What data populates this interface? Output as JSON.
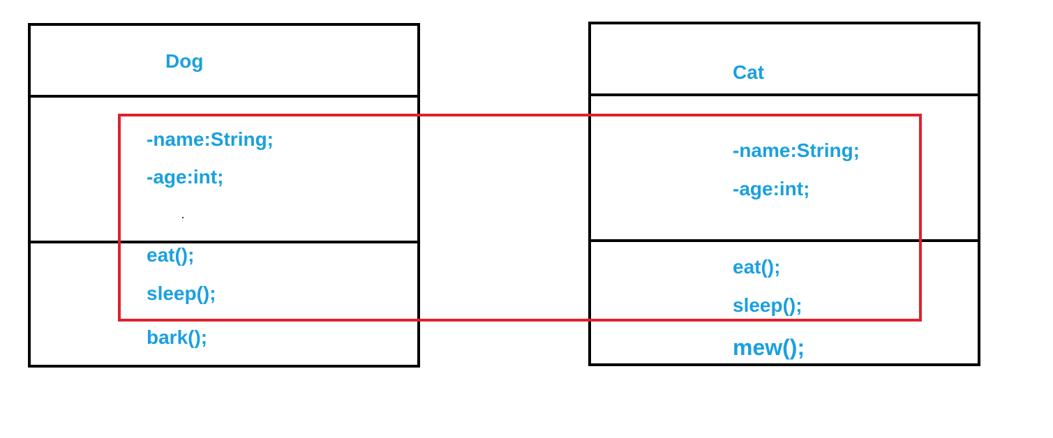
{
  "dog": {
    "title": "Dog",
    "attributes": [
      "-name:String;",
      "-age:int;"
    ],
    "methods": [
      "eat();",
      "sleep();",
      "bark();"
    ]
  },
  "cat": {
    "title": "Cat",
    "attributes": [
      "-name:String;",
      "-age:int;"
    ],
    "methods": [
      "eat();",
      "sleep();",
      "mew();"
    ]
  },
  "colors": {
    "text": "#1aa0e0",
    "border": "#000000",
    "highlight": "#e0202c"
  }
}
